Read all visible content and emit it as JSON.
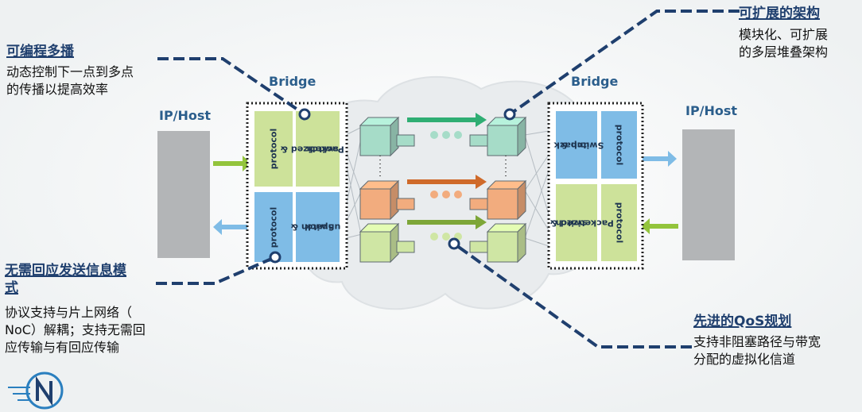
{
  "callouts": {
    "programmable_multicast": {
      "title": "可编程多播",
      "body": [
        "动态控制下一点到多点",
        "的传播以提高效率"
      ]
    },
    "scalable_architecture": {
      "title": "可扩展的架构",
      "body": [
        "模块化、可扩展",
        "的多层堆叠架构"
      ]
    },
    "no_response_mode": {
      "title": [
        "无需回应发送信息模",
        "式"
      ],
      "body": [
        "协议支持与片上网络（",
        "NoC）解耦；支持无需回",
        "应传输与有回应传输"
      ]
    },
    "advanced_qos": {
      "title": "先进的QoS规划",
      "body": [
        "支持非阻塞路径与带宽",
        "分配的虚拟化信道"
      ]
    }
  },
  "diagram": {
    "left_host_label": "IP/Host",
    "right_host_label": "IP/Host",
    "left_bridge_label": "Bridge",
    "right_bridge_label": "Bridge",
    "left_bridge": {
      "top_left": "protocol",
      "top_right": [
        "Packetized &",
        "switch"
      ],
      "bottom_left": "protocol",
      "bottom_right": [
        "Switch &",
        "unpack"
      ]
    },
    "right_bridge": {
      "top_left": [
        "Switch &",
        "unpack"
      ],
      "top_right": "protocol",
      "bottom_left": [
        "Packetized &",
        "switch"
      ],
      "bottom_right": "protocol"
    }
  },
  "colors": {
    "blue_module": "#7fbce6",
    "green_module": "#cde29a",
    "node_teal": "#a6dcc8",
    "node_orange": "#f2ac7e",
    "node_green": "#cfe6a4",
    "arrow_teal": "#2fae73",
    "arrow_orange": "#cf6a2a",
    "arrow_green": "#7da638",
    "callout_line": "#1f3f6e"
  },
  "logo": {
    "icon": "n-speed-logo-icon"
  }
}
